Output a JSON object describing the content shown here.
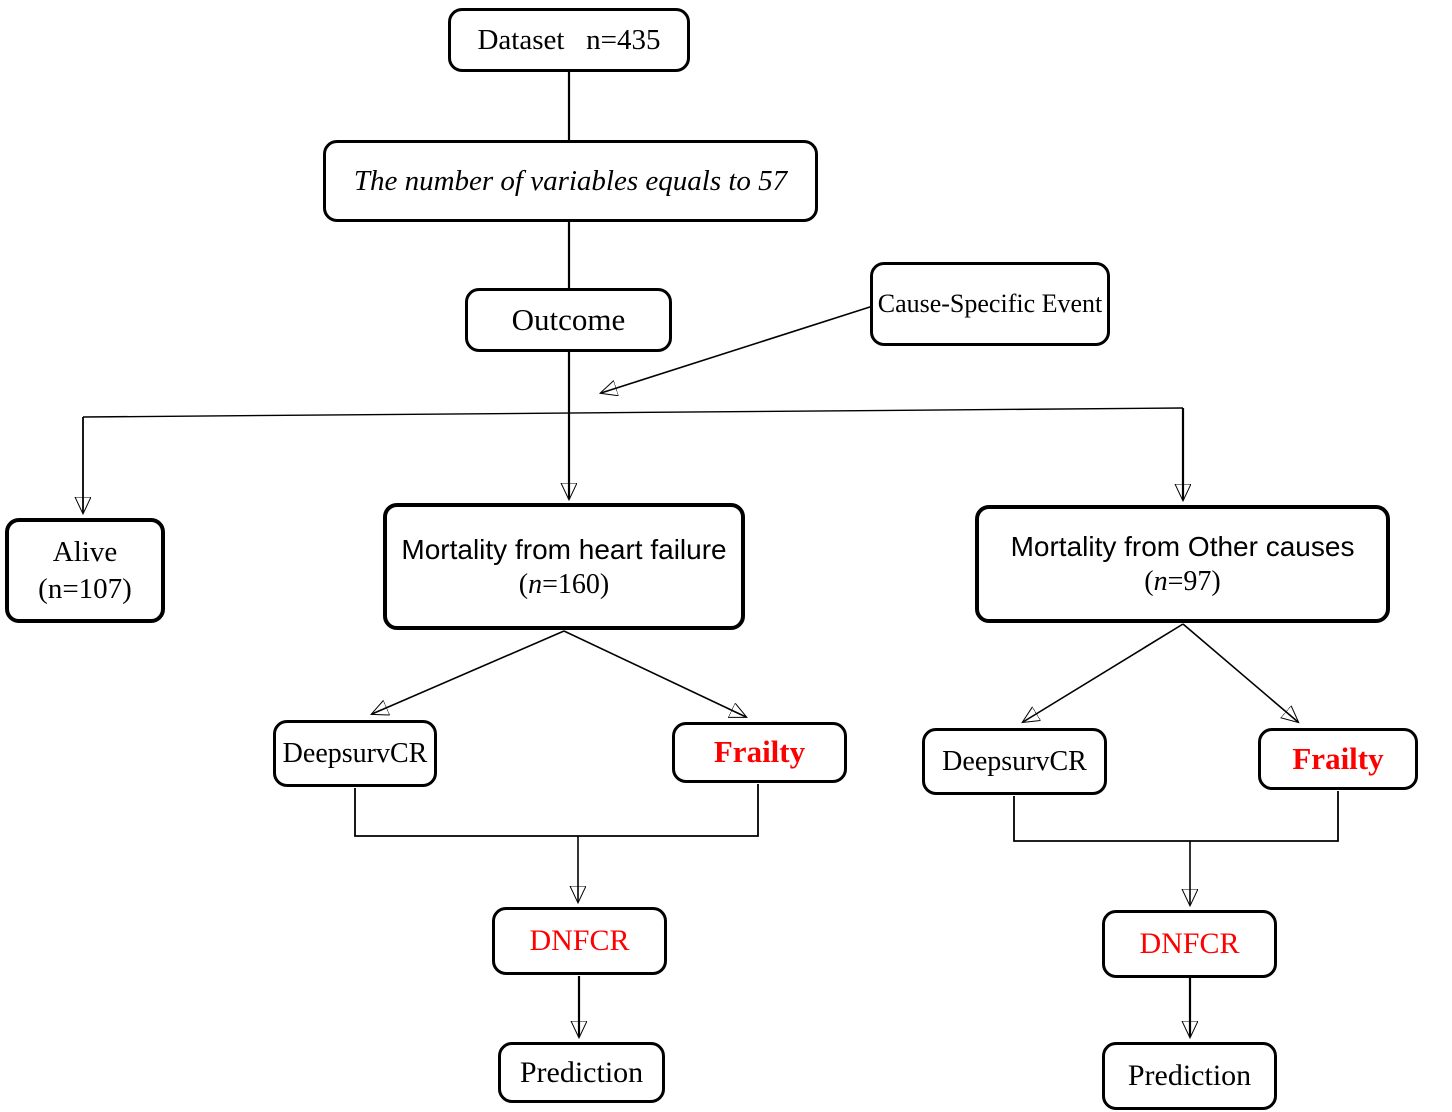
{
  "diagram": {
    "type": "flowchart",
    "colors": {
      "stroke": "#000000",
      "highlight_red": "#fe0000",
      "box_background": "#ffffff"
    },
    "nodes": {
      "dataset": {
        "label": "Dataset   n=435"
      },
      "variables": {
        "label": "The number of variables equals to 57"
      },
      "outcome": {
        "label": "Outcome"
      },
      "cause_specific_event": {
        "label": "Cause-Specific Event"
      },
      "alive": {
        "title": "Alive",
        "count": "(n=107)"
      },
      "mortality_heart_failure": {
        "title": "Mortality from heart failure",
        "count_open": "(",
        "count_n": "n",
        "count_rest": "=160)"
      },
      "mortality_other_causes": {
        "title": "Mortality from Other causes",
        "count_open": "(",
        "count_n": "n",
        "count_rest": "=97)"
      },
      "deepsurv_hf": {
        "label": "DeepsurvCR"
      },
      "frailty_hf": {
        "label": "Frailty"
      },
      "dnfcr_hf": {
        "label": "DNFCR"
      },
      "prediction_hf": {
        "label": "Prediction"
      },
      "deepsurv_other": {
        "label": "DeepsurvCR"
      },
      "frailty_other": {
        "label": "Frailty"
      },
      "dnfcr_other": {
        "label": "DNFCR"
      },
      "prediction_other": {
        "label": "Prediction"
      }
    },
    "edges": [
      {
        "from": "dataset",
        "to": "variables",
        "arrow": false
      },
      {
        "from": "variables",
        "to": "outcome",
        "arrow": false
      },
      {
        "from": "outcome",
        "to": "mortality_heart_failure",
        "arrow": true
      },
      {
        "from": "outcome",
        "to": "alive",
        "arrow": true
      },
      {
        "from": "outcome",
        "to": "mortality_other_causes",
        "arrow": true
      },
      {
        "from": "cause_specific_event",
        "to": "outcome-branch-junction",
        "arrow": true
      },
      {
        "from": "mortality_heart_failure",
        "to": "deepsurv_hf",
        "arrow": true
      },
      {
        "from": "mortality_heart_failure",
        "to": "frailty_hf",
        "arrow": true
      },
      {
        "from": "deepsurv_hf+frailty_hf",
        "to": "dnfcr_hf",
        "arrow": true
      },
      {
        "from": "dnfcr_hf",
        "to": "prediction_hf",
        "arrow": true
      },
      {
        "from": "mortality_other_causes",
        "to": "deepsurv_other",
        "arrow": true
      },
      {
        "from": "mortality_other_causes",
        "to": "frailty_other",
        "arrow": true
      },
      {
        "from": "deepsurv_other+frailty_other",
        "to": "dnfcr_other",
        "arrow": true
      },
      {
        "from": "dnfcr_other",
        "to": "prediction_other",
        "arrow": true
      }
    ]
  }
}
